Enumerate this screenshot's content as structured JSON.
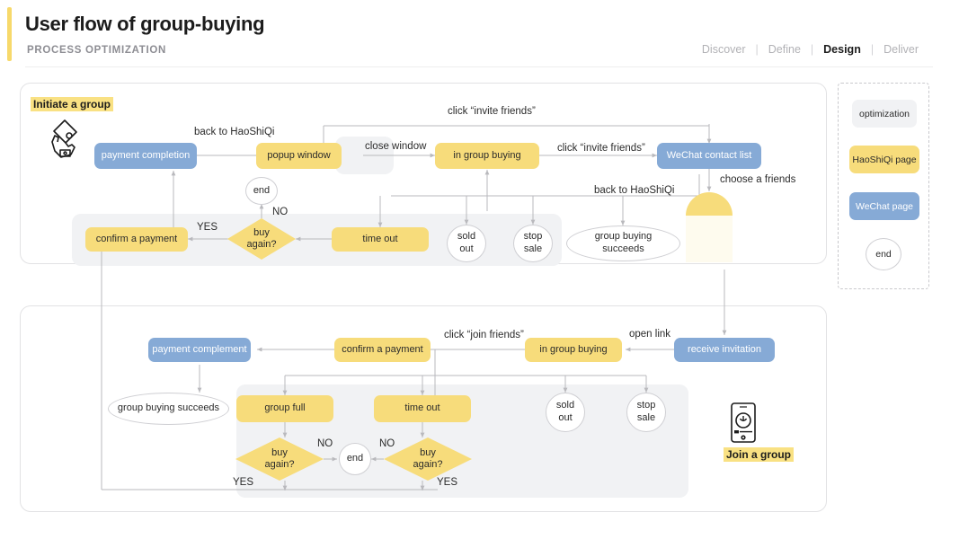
{
  "header": {
    "title": "User flow of group-buying",
    "subtitle": "PROCESS OPTIMIZATION",
    "nav": [
      {
        "label": "Discover",
        "active": false
      },
      {
        "label": "Define",
        "active": false
      },
      {
        "label": "Design",
        "active": true
      },
      {
        "label": "Deliver",
        "active": false
      }
    ],
    "separator": "|"
  },
  "legend": {
    "items": [
      {
        "label": "optimization",
        "style": "gray"
      },
      {
        "label": "HaoShiQi page",
        "style": "yellow"
      },
      {
        "label": "WeChat page",
        "style": "blue"
      },
      {
        "label": "end",
        "style": "circle"
      }
    ]
  },
  "flow_initiate": {
    "section_label": "Initiate a group",
    "icon": "hand-holding-phone-icon",
    "nodes": [
      {
        "id": "payment-completion",
        "label": "payment completion",
        "style": "blue"
      },
      {
        "id": "popup-window",
        "label": "popup window",
        "style": "yellow"
      },
      {
        "id": "in-group-buying",
        "label": "in group buying",
        "style": "yellow"
      },
      {
        "id": "wechat-contact-list",
        "label": "WeChat contact list",
        "style": "blue"
      },
      {
        "id": "end-top",
        "label": "end",
        "style": "circle"
      },
      {
        "id": "confirm-a-payment",
        "label": "confirm a payment",
        "style": "yellow"
      },
      {
        "id": "buy-again",
        "label": "buy\nagain?",
        "line1": "buy",
        "line2": "again?",
        "style": "diamond"
      },
      {
        "id": "time-out",
        "label": "time out",
        "style": "yellow"
      },
      {
        "id": "sold-out",
        "line1": "sold",
        "line2": "out",
        "style": "circle"
      },
      {
        "id": "stop-sale",
        "line1": "stop",
        "line2": "sale",
        "style": "circle"
      },
      {
        "id": "group-buying-succeeds",
        "line1": "group buying",
        "line2": "succeeds",
        "style": "ellipse"
      }
    ],
    "edge_labels": [
      {
        "id": "back-to-haoshiqi-1",
        "text": "back to HaoShiQi"
      },
      {
        "id": "click-invite-friends-top",
        "text": "click “invite friends”"
      },
      {
        "id": "close-window",
        "text": "close window"
      },
      {
        "id": "click-invite-friends-mid",
        "text": "click “invite friends”"
      },
      {
        "id": "choose-a-friends",
        "text": "choose a friends"
      },
      {
        "id": "back-to-haoshiqi-2",
        "text": "back to HaoShiQi"
      },
      {
        "id": "yes-top",
        "text": "YES"
      },
      {
        "id": "no-top",
        "text": "NO"
      }
    ]
  },
  "flow_join": {
    "section_label": "Join a group",
    "icon": "phone-device-icon",
    "nodes": [
      {
        "id": "payment-complement",
        "label": "payment complement",
        "style": "blue"
      },
      {
        "id": "confirm-a-payment-2",
        "label": "confirm a payment",
        "style": "yellow"
      },
      {
        "id": "in-group-buying-2",
        "label": "in group buying",
        "style": "yellow"
      },
      {
        "id": "receive-invitation",
        "label": "receive invitation",
        "style": "blue"
      },
      {
        "id": "group-buying-succeeds-2",
        "label": "group buying succeeds",
        "style": "ellipse"
      },
      {
        "id": "group-full",
        "label": "group full",
        "style": "yellow"
      },
      {
        "id": "time-out-2",
        "label": "time out",
        "style": "yellow"
      },
      {
        "id": "buy-again-left",
        "line1": "buy",
        "line2": "again?",
        "style": "diamond"
      },
      {
        "id": "buy-again-right",
        "line1": "buy",
        "line2": "again?",
        "style": "diamond"
      },
      {
        "id": "end-bottom",
        "label": "end",
        "style": "circle"
      },
      {
        "id": "sold-out-2",
        "line1": "sold",
        "line2": "out",
        "style": "circle"
      },
      {
        "id": "stop-sale-2",
        "line1": "stop",
        "line2": "sale",
        "style": "circle"
      }
    ],
    "edge_labels": [
      {
        "id": "click-join-friends",
        "text": "click “join friends”"
      },
      {
        "id": "open-link",
        "text": "open link"
      },
      {
        "id": "no-left",
        "text": "NO"
      },
      {
        "id": "no-right",
        "text": "NO"
      },
      {
        "id": "yes-left",
        "text": "YES"
      },
      {
        "id": "yes-right",
        "text": "YES"
      }
    ]
  },
  "colors": {
    "yellow": "#f7dc7b",
    "blue": "#86aad6",
    "gray": "#f1f2f4",
    "accent": "#f7d96b",
    "line": "#b9b9bd",
    "highlight": "#f9e183"
  }
}
